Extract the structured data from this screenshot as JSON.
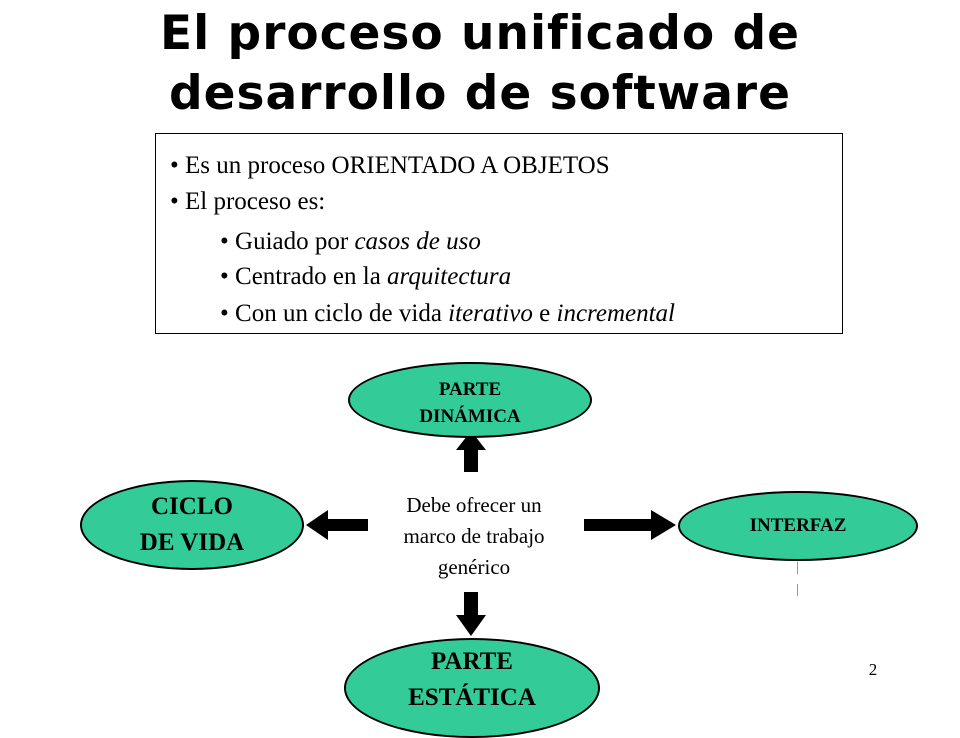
{
  "title": {
    "line1": "El proceso unificado de",
    "line2": "desarrollo de software"
  },
  "box": {
    "bullet1": "Es un proceso ORIENTADO A OBJETOS",
    "bullet2": "El proceso es:",
    "sub1_prefix": "Guiado por ",
    "sub1_em": "casos de uso",
    "sub2_prefix": "Centrado en la ",
    "sub2_em": "arquitectura",
    "sub3_prefix": "Con un ciclo de vida ",
    "sub3_em1": "iterativo",
    "sub3_mid": " e ",
    "sub3_em2": "incremental"
  },
  "diagram": {
    "top_line1": "PARTE",
    "top_line2": "DINÁMICA",
    "left_line1": "CICLO",
    "left_line2": "DE VIDA",
    "right": "INTERFAZ",
    "bottom_line1": "PARTE",
    "bottom_line2": "ESTÁTICA",
    "center_line1": "Debe ofrecer un",
    "center_line2": "marco de trabajo",
    "center_line3": "genérico",
    "fill_color": "#33cc99"
  },
  "page_number": "2"
}
